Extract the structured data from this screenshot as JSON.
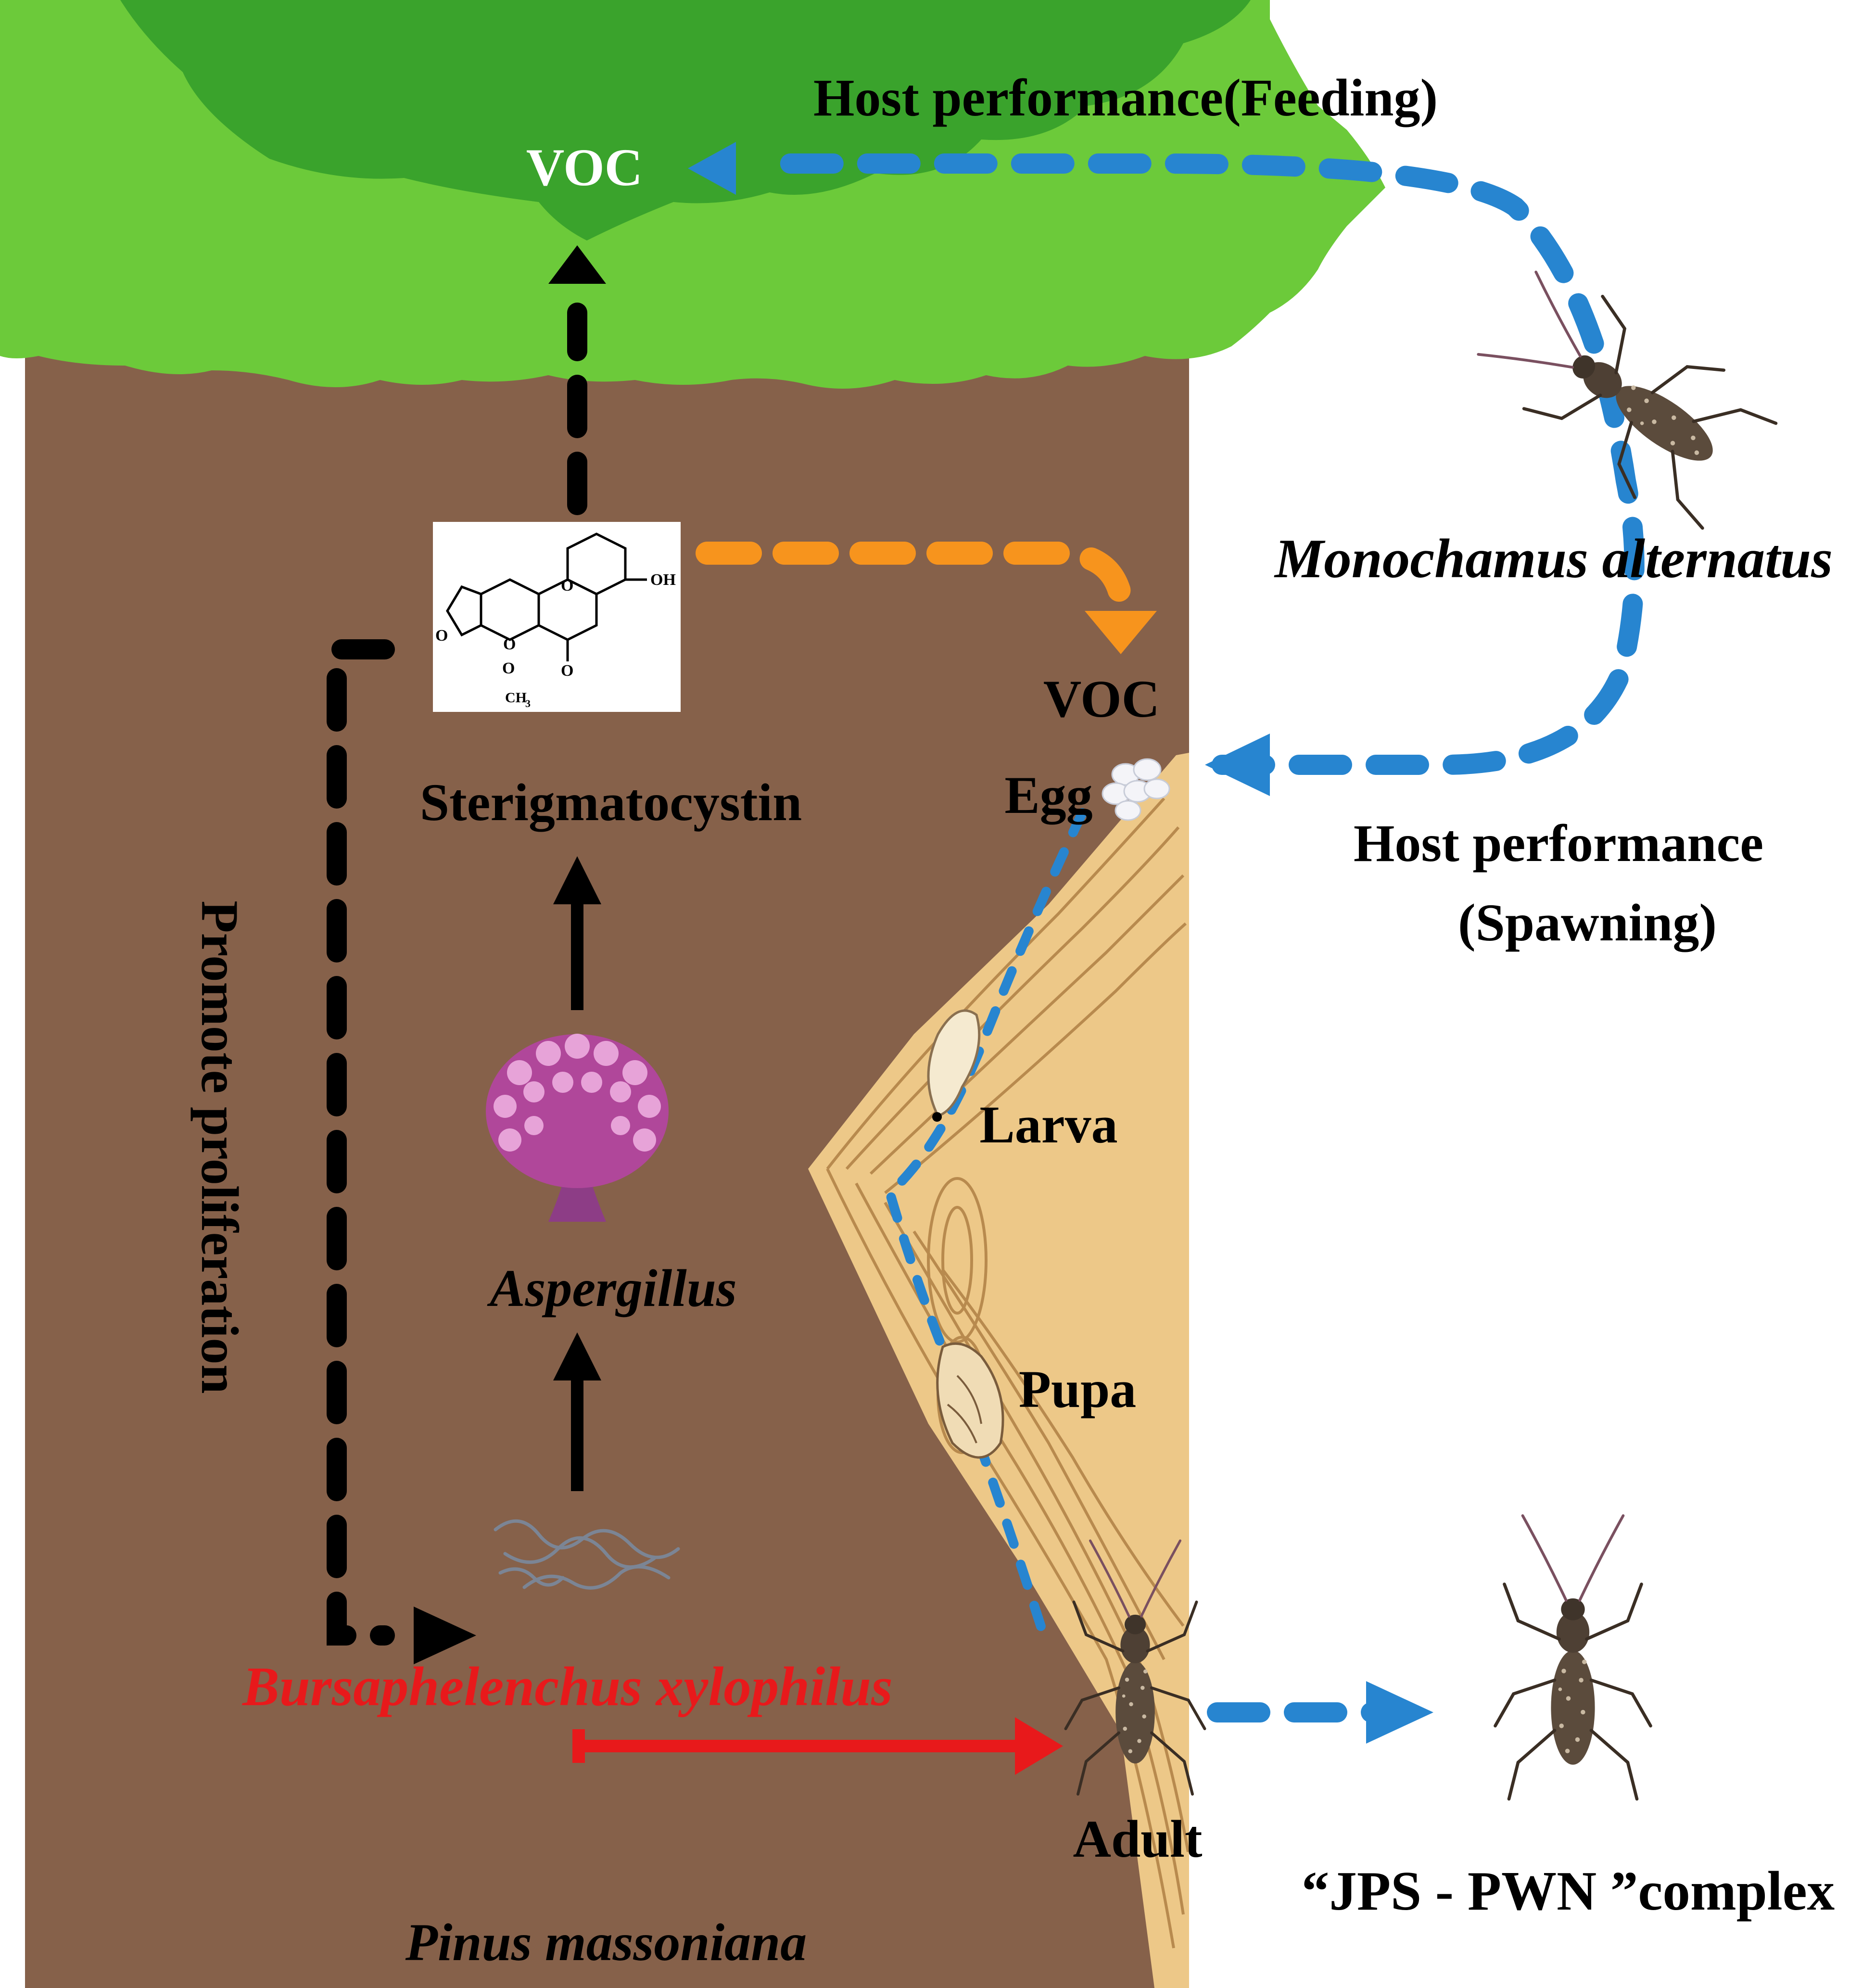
{
  "colors": {
    "trunk": "#86614a",
    "canopy": "#6cca3a",
    "canopy_shade": "#3aa32c",
    "wood": "#edc888",
    "wood_grain": "#b88a4e",
    "beetle_path": "#2785d0",
    "orange_path": "#f7941d",
    "red_arrow": "#e8191b",
    "black": "#000000",
    "fungus": "#b0479a",
    "nematode": "#7b8595",
    "beetle_body": "#5a4a3c"
  },
  "labels": {
    "voc_top": "VOC",
    "host_feeding": "Host performance(Feeding)",
    "beetle_species": "Monochamus alternatus",
    "voc_side": "VOC",
    "egg": "Egg",
    "host_spawning_line1": "Host performance",
    "host_spawning_line2": "(Spawning)",
    "sterigmatocystin": "Sterigmatocystin",
    "promote": "Promote proliferation",
    "aspergillus": "Aspergillus",
    "larva": "Larva",
    "pupa": "Pupa",
    "nematode_species": "Bursaphelenchus xylophilus",
    "adult": "Adult",
    "complex": "“JPS - PWN ”complex",
    "pine_species": "Pinus massoniana"
  },
  "structure": {
    "oh": "OH",
    "o_methoxy": "O",
    "ch3": "CH",
    "ch3_sub": "3",
    "o_ketone": "O",
    "o_ring1": "O",
    "o_ring2": "O",
    "o_ring3": "O"
  },
  "icons": {
    "beetle": "longhorn-beetle-icon",
    "fungus": "aspergillus-conidiophore-icon",
    "nematode": "nematode-worms-icon",
    "egg": "egg-cluster-icon",
    "larva": "larva-icon",
    "pupa": "pupa-icon",
    "molecule": "sterigmatocystin-structure"
  }
}
